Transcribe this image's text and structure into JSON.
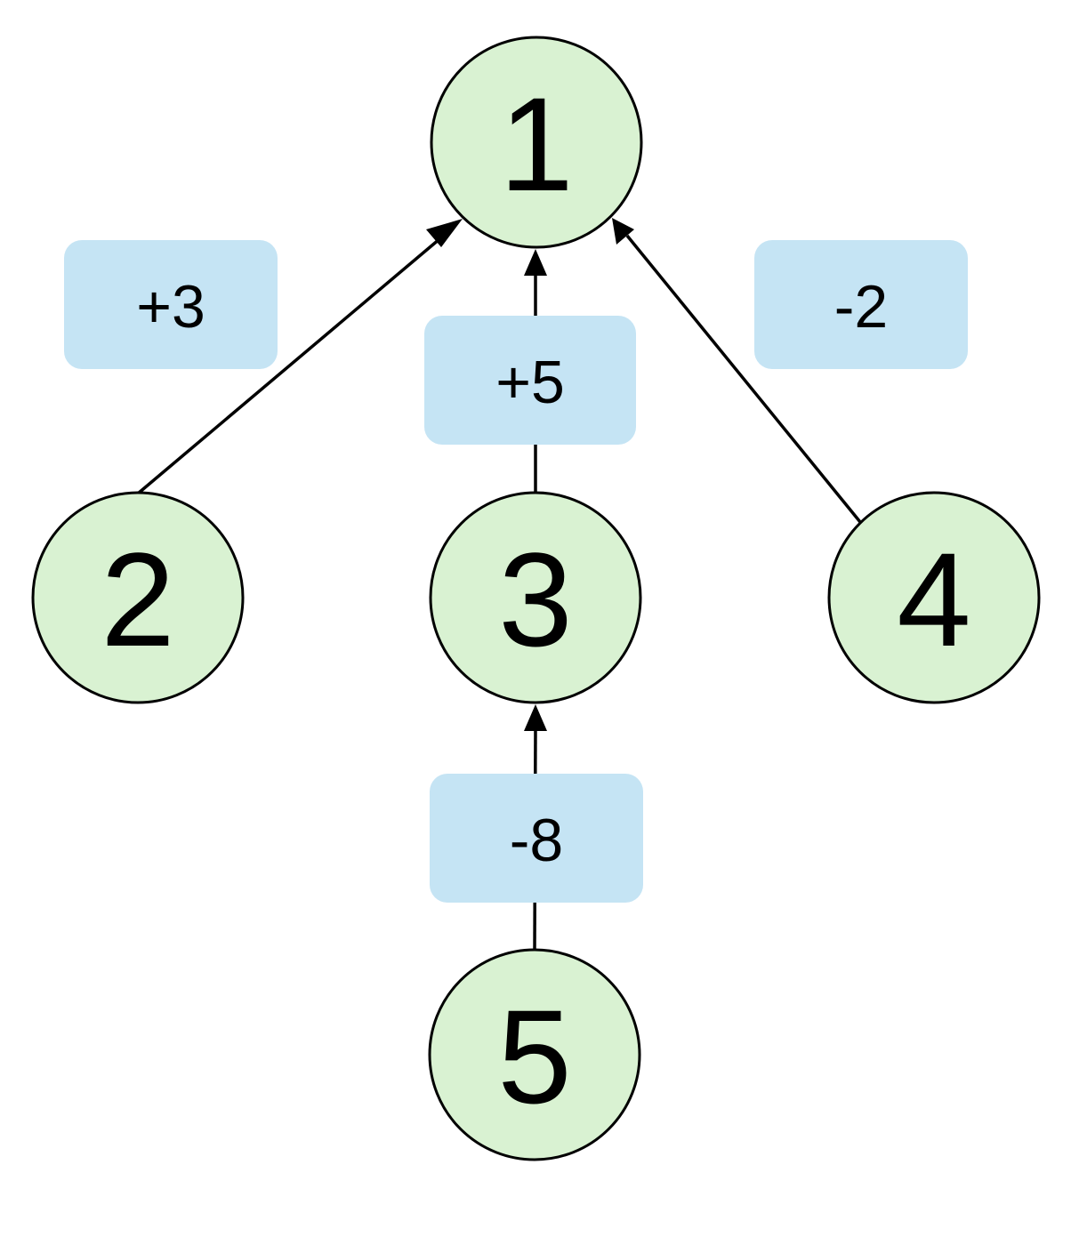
{
  "colors": {
    "node_fill": "#d9f2d2",
    "node_stroke": "#000000",
    "label_fill": "#c5e4f4",
    "edge": "#000000"
  },
  "nodes": [
    {
      "id": "n1",
      "label": "1"
    },
    {
      "id": "n2",
      "label": "2"
    },
    {
      "id": "n3",
      "label": "3"
    },
    {
      "id": "n4",
      "label": "4"
    },
    {
      "id": "n5",
      "label": "5"
    }
  ],
  "edges": [
    {
      "id": "e21",
      "from": "n2",
      "to": "n1",
      "label": "+3"
    },
    {
      "id": "e31",
      "from": "n3",
      "to": "n1",
      "label": "+5"
    },
    {
      "id": "e41",
      "from": "n4",
      "to": "n1",
      "label": "-2"
    },
    {
      "id": "e53",
      "from": "n5",
      "to": "n3",
      "label": "-8"
    }
  ]
}
